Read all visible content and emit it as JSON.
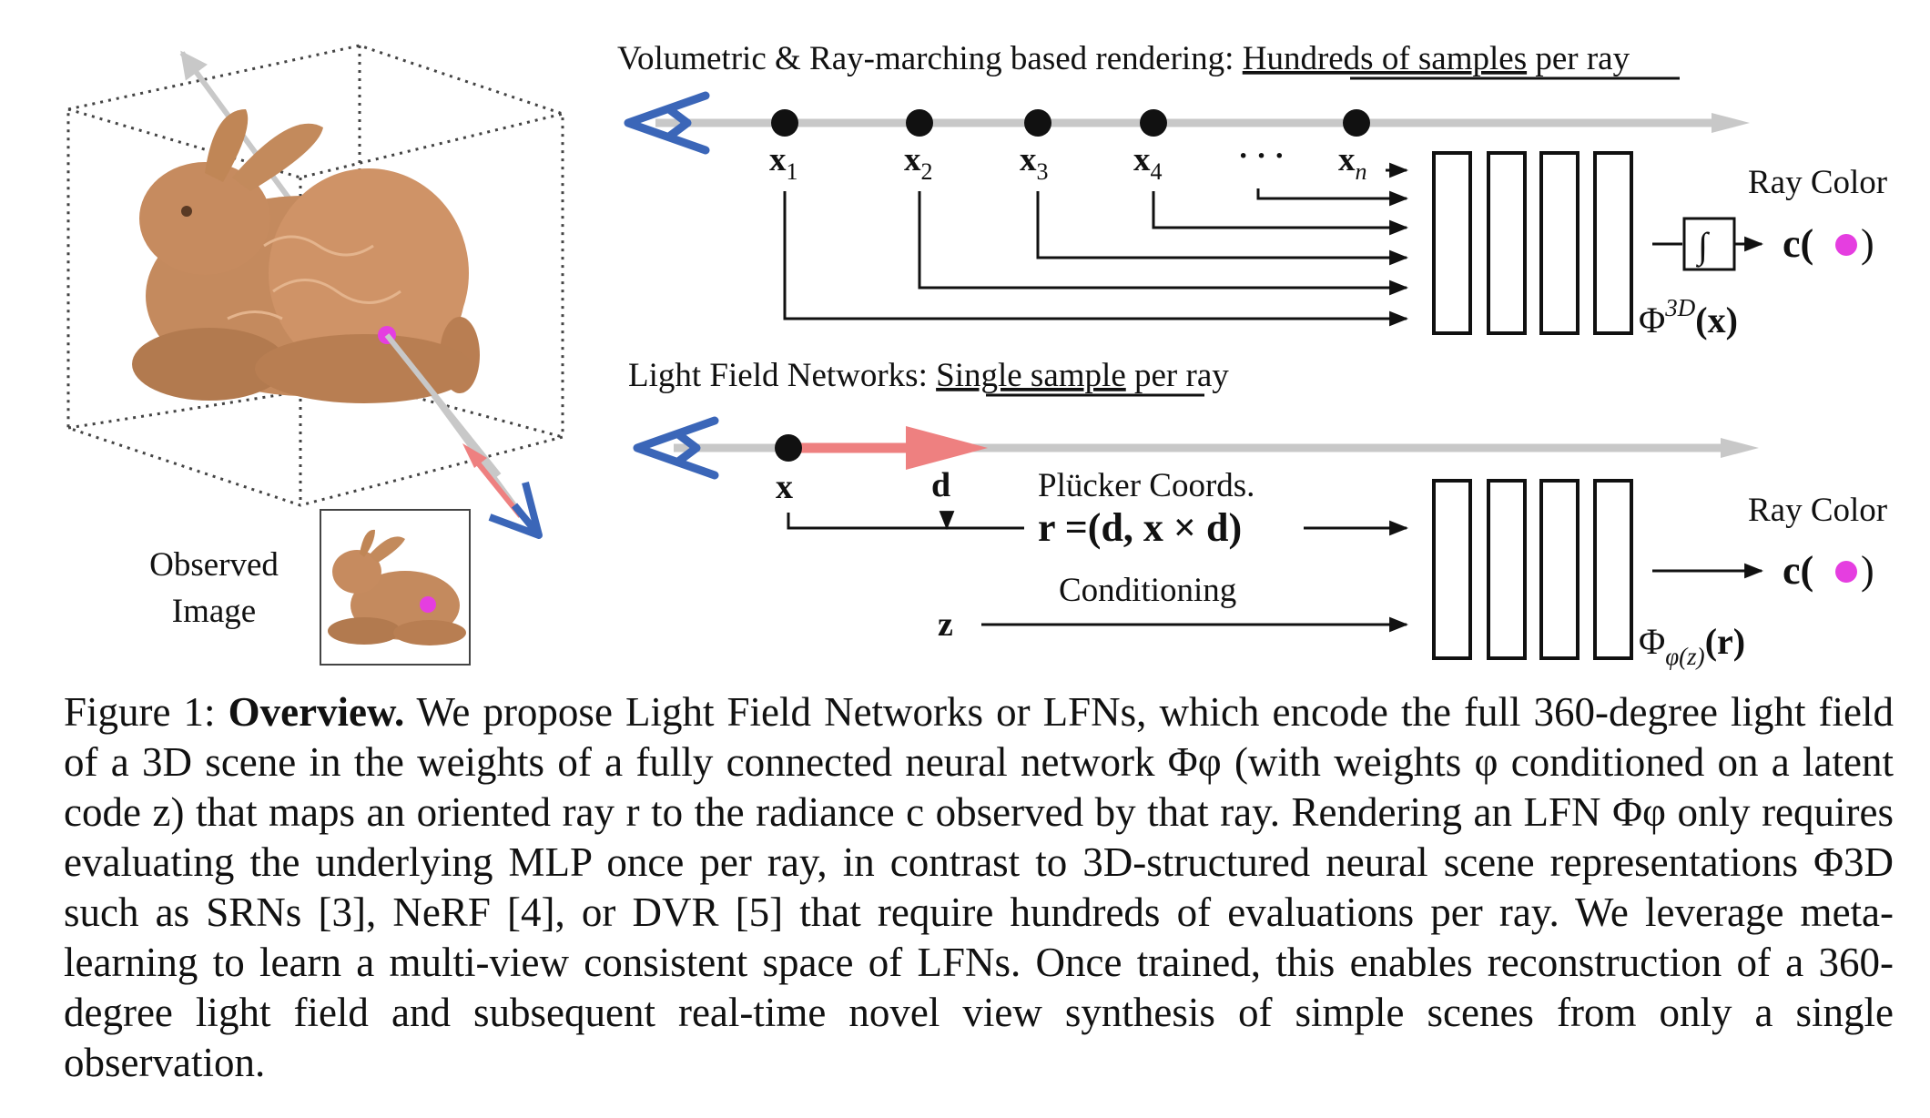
{
  "figure": {
    "volumetric": {
      "title_prefix": "Volumetric & Ray-marching based rendering: ",
      "title_underlined": "Hundreds of samples",
      "title_suffix": " per ray",
      "sample_labels": [
        {
          "base": "x",
          "sub": "1"
        },
        {
          "base": "x",
          "sub": "2"
        },
        {
          "base": "x",
          "sub": "3"
        },
        {
          "base": "x",
          "sub": "4"
        },
        {
          "base": "x",
          "sub": "n"
        }
      ],
      "ellipsis": "· · ·",
      "integral_symbol": "∫",
      "network_label_base": "Φ",
      "network_label_sup": "3D",
      "network_label_arg": "(x)",
      "ray_color_label": "Ray Color",
      "color_label": "c(",
      "color_label_close": ")"
    },
    "lfn": {
      "title_prefix": "Light Field Networks: ",
      "title_underlined": "Single sample",
      "title_suffix": " per ray",
      "x_label": "x",
      "d_label": "d",
      "plucker_title": "Plücker Coords.",
      "plucker_formula": "r =(d, x × d)",
      "conditioning_label": "Conditioning",
      "z_label": "z",
      "network_label_base": "Φ",
      "network_label_sub": "φ(z)",
      "network_label_arg": "(r)",
      "ray_color_label": "Ray Color",
      "color_label": "c(",
      "color_label_close": ")"
    },
    "observed_image_line1": "Observed",
    "observed_image_line2": "Image",
    "colors": {
      "camera": "#3b66b8",
      "ray": "#c8c8c8",
      "direction": "#ee8080",
      "point": "#e53ee0",
      "bunny": "#c48a5e"
    }
  },
  "caption": {
    "figure_number": "Figure 1: ",
    "title": "Overview.",
    "text": " We propose Light Field Networks or LFNs, which encode the full 360-degree light field of a 3D scene in the weights of a fully connected neural network Φφ (with weights φ conditioned on a latent code z) that maps an oriented ray r to the radiance c observed by that ray. Rendering an LFN Φφ only requires evaluating the underlying MLP once per ray, in contrast to 3D-structured neural scene representations Φ3D such as SRNs [3], NeRF [4], or DVR [5] that require hundreds of evaluations per ray. We leverage meta-learning to learn a multi-view consistent space of LFNs. Once trained, this enables reconstruction of a 360-degree light field and subsequent real-time novel view synthesis of simple scenes from only a single observation."
  }
}
